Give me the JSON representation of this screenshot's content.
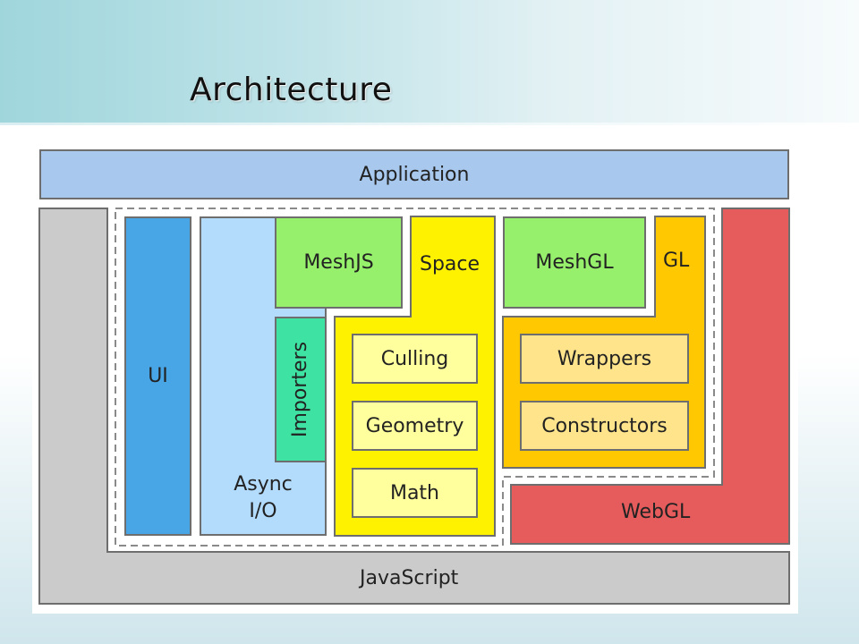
{
  "slide": {
    "title": "Architecture"
  },
  "diagram": {
    "application": "Application",
    "javascript": "JavaScript",
    "ui": "UI",
    "async_io": [
      "Async",
      "I/O"
    ],
    "meshjs": "MeshJS",
    "importers": "Importers",
    "space": "Space",
    "culling": "Culling",
    "geometry": "Geometry",
    "math": "Math",
    "meshgl": "MeshGL",
    "gl": "GL",
    "wrappers": "Wrappers",
    "constructors": "Constructors",
    "webgl": "WebGL"
  },
  "colors": {
    "application": "#a8c8ee",
    "javascript": "#cbcbcb",
    "ui": "#49a6e6",
    "async_io": "#b3dbfb",
    "meshjs": "#97f06c",
    "importers": "#3ee2a2",
    "space": "#fff200",
    "space_inner": "#ffff9e",
    "meshgl": "#97f06c",
    "gl": "#ffc800",
    "gl_inner": "#ffe48c",
    "webgl": "#e65c5c"
  }
}
